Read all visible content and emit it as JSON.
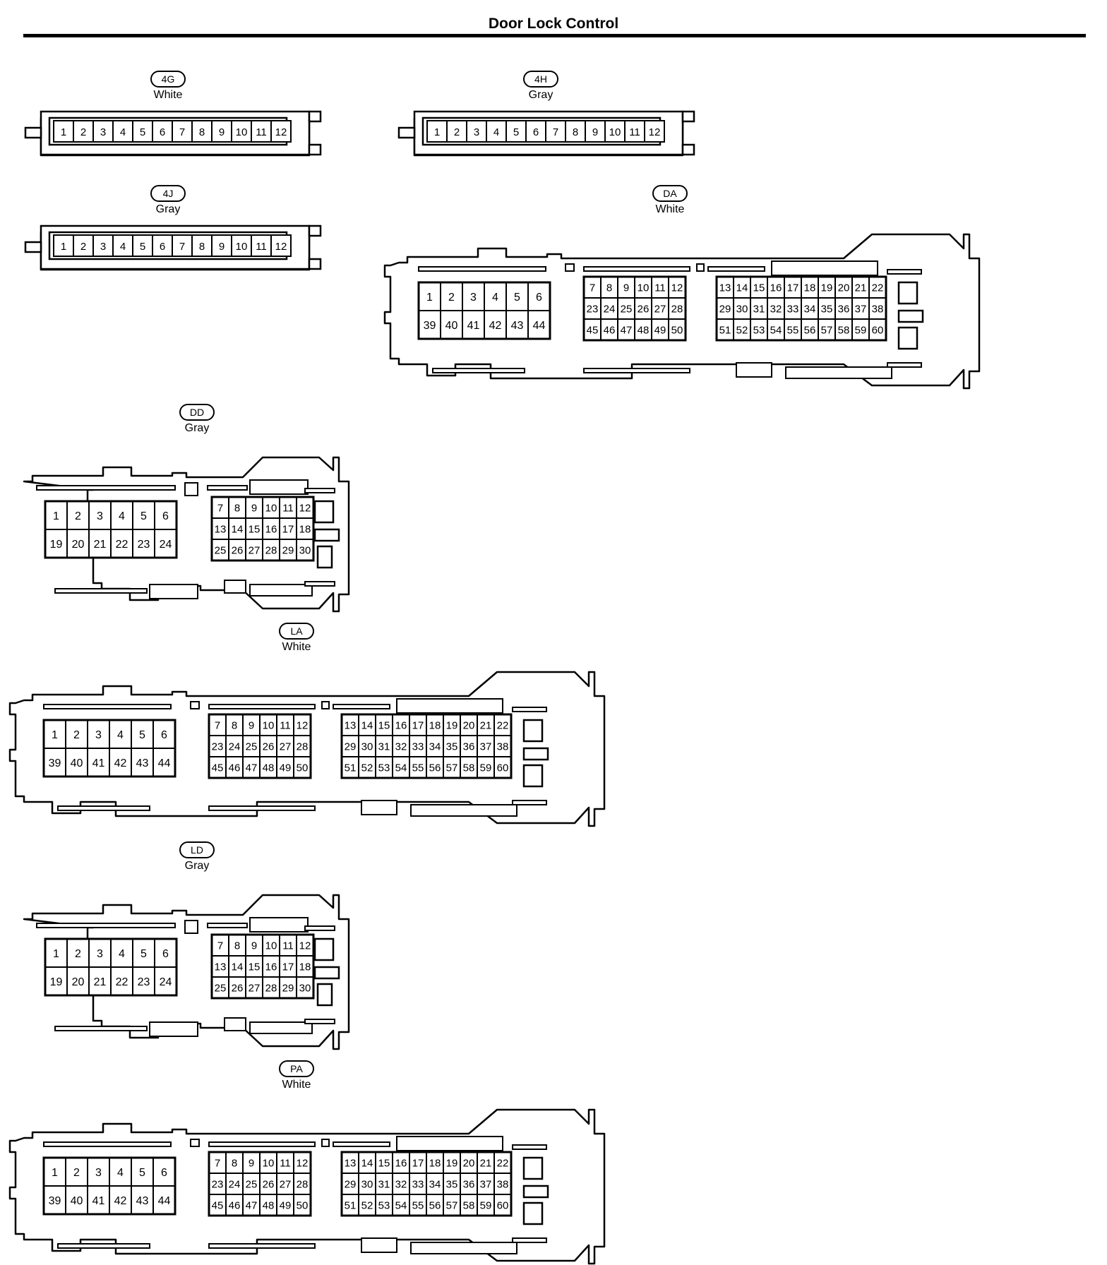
{
  "title": "Door Lock Control",
  "colors": {
    "line": "#000000",
    "background": "#ffffff"
  },
  "connectors": [
    {
      "id": "4G",
      "color": "White",
      "type": "12-pin",
      "pins": [
        "1",
        "2",
        "3",
        "4",
        "5",
        "6",
        "7",
        "8",
        "9",
        "10",
        "11",
        "12"
      ]
    },
    {
      "id": "4H",
      "color": "Gray",
      "type": "12-pin",
      "pins": [
        "1",
        "2",
        "3",
        "4",
        "5",
        "6",
        "7",
        "8",
        "9",
        "10",
        "11",
        "12"
      ]
    },
    {
      "id": "4J",
      "color": "Gray",
      "type": "12-pin",
      "pins": [
        "1",
        "2",
        "3",
        "4",
        "5",
        "6",
        "7",
        "8",
        "9",
        "10",
        "11",
        "12"
      ]
    },
    {
      "id": "DA",
      "color": "White",
      "type": "60-pin"
    },
    {
      "id": "DD",
      "color": "Gray",
      "type": "30-pin"
    },
    {
      "id": "LA",
      "color": "White",
      "type": "60-pin"
    },
    {
      "id": "LD",
      "color": "Gray",
      "type": "30-pin"
    },
    {
      "id": "PA",
      "color": "White",
      "type": "60-pin"
    }
  ],
  "pin_layouts": {
    "60-pin": [
      [
        [
          "1",
          "2",
          "3",
          "4",
          "5",
          "6"
        ],
        [
          "39",
          "40",
          "41",
          "42",
          "43",
          "44"
        ]
      ],
      [
        [
          "7",
          "8",
          "9",
          "10",
          "11",
          "12"
        ],
        [
          "23",
          "24",
          "25",
          "26",
          "27",
          "28"
        ],
        [
          "45",
          "46",
          "47",
          "48",
          "49",
          "50"
        ]
      ],
      [
        [
          "13",
          "14",
          "15",
          "16",
          "17",
          "18",
          "19",
          "20",
          "21",
          "22"
        ],
        [
          "29",
          "30",
          "31",
          "32",
          "33",
          "34",
          "35",
          "36",
          "37",
          "38"
        ],
        [
          "51",
          "52",
          "53",
          "54",
          "55",
          "56",
          "57",
          "58",
          "59",
          "60"
        ]
      ]
    ],
    "30-pin": [
      [
        [
          "1",
          "2",
          "3",
          "4",
          "5",
          "6"
        ],
        [
          "19",
          "20",
          "21",
          "22",
          "23",
          "24"
        ]
      ],
      [
        [
          "7",
          "8",
          "9",
          "10",
          "11",
          "12"
        ],
        [
          "13",
          "14",
          "15",
          "16",
          "17",
          "18"
        ],
        [
          "25",
          "26",
          "27",
          "28",
          "29",
          "30"
        ]
      ]
    ]
  }
}
